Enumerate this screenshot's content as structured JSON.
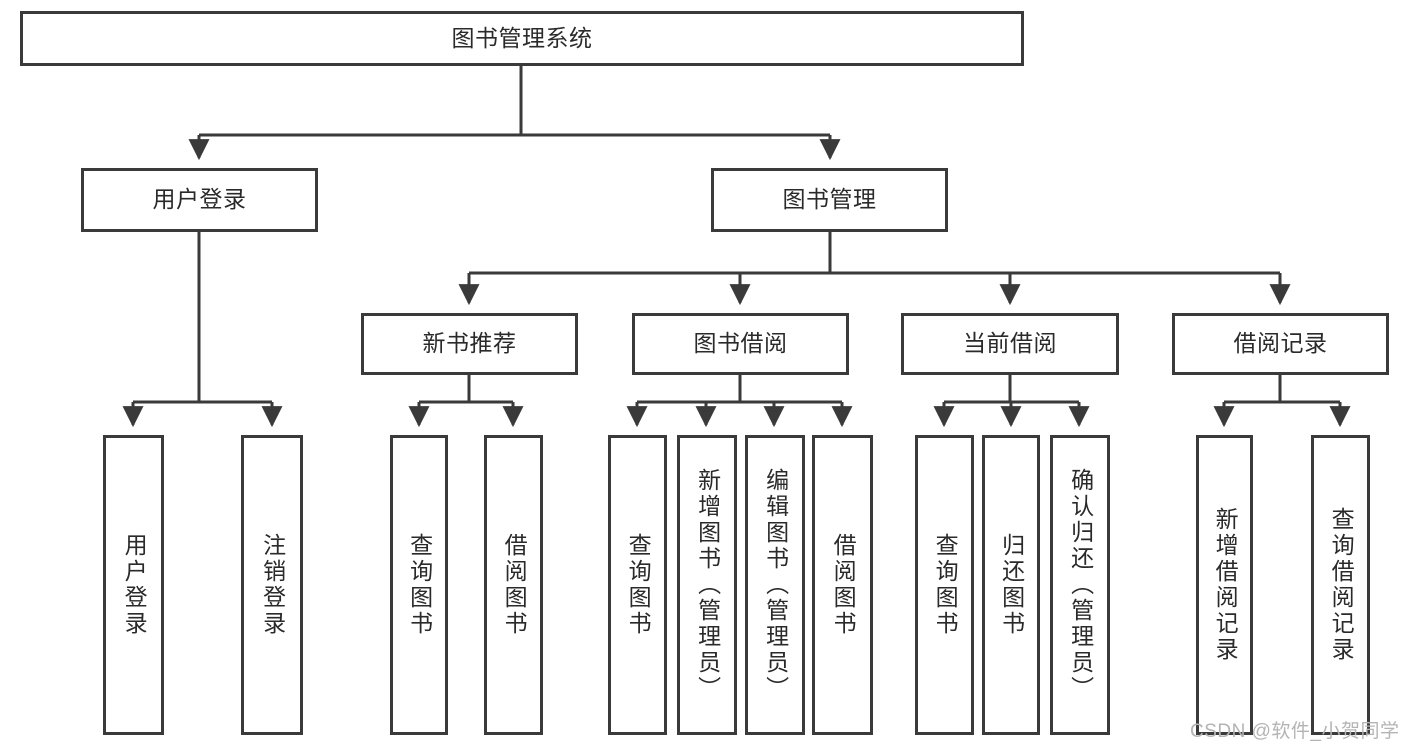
{
  "diagram": {
    "title": "图书管理系统",
    "type": "tree-hierarchy",
    "orientation": "top-down",
    "root": {
      "id": "root",
      "label": "图书管理系统"
    },
    "level2": [
      {
        "id": "user-login",
        "label": "用户登录"
      },
      {
        "id": "book-mgmt",
        "label": "图书管理"
      }
    ],
    "level3": [
      {
        "id": "new-book-rec",
        "label": "新书推荐",
        "parent": "book-mgmt"
      },
      {
        "id": "book-borrow",
        "label": "图书借阅",
        "parent": "book-mgmt"
      },
      {
        "id": "current-borrow",
        "label": "当前借阅",
        "parent": "book-mgmt"
      },
      {
        "id": "borrow-record",
        "label": "借阅记录",
        "parent": "book-mgmt"
      }
    ],
    "leaves": [
      {
        "id": "leaf-user-login",
        "label": "用户登录",
        "parent": "user-login"
      },
      {
        "id": "leaf-logout",
        "label": "注销登录",
        "parent": "user-login"
      },
      {
        "id": "leaf-query-book-1",
        "label": "查询图书",
        "parent": "new-book-rec"
      },
      {
        "id": "leaf-borrow-book-1",
        "label": "借阅图书",
        "parent": "new-book-rec"
      },
      {
        "id": "leaf-query-book-2",
        "label": "查询图书",
        "parent": "book-borrow"
      },
      {
        "id": "leaf-add-book",
        "label": "新增图书（管理员）",
        "parent": "book-borrow"
      },
      {
        "id": "leaf-edit-book",
        "label": "编辑图书（管理员）",
        "parent": "book-borrow"
      },
      {
        "id": "leaf-borrow-book-2",
        "label": "借阅图书",
        "parent": "book-borrow"
      },
      {
        "id": "leaf-query-book-3",
        "label": "查询图书",
        "parent": "current-borrow"
      },
      {
        "id": "leaf-return-book",
        "label": "归还图书",
        "parent": "current-borrow"
      },
      {
        "id": "leaf-confirm-return",
        "label": "确认归还（管理员）",
        "parent": "current-borrow"
      },
      {
        "id": "leaf-add-record",
        "label": "新增借阅记录",
        "parent": "borrow-record"
      },
      {
        "id": "leaf-query-record",
        "label": "查询借阅记录",
        "parent": "borrow-record"
      }
    ],
    "watermark": "CSDN @软件_小贺同学",
    "colors": {
      "stroke": "#3a3a3a",
      "fill": "#ffffff",
      "text": "#2a2a2a",
      "watermark": "#b4b4b4"
    }
  }
}
